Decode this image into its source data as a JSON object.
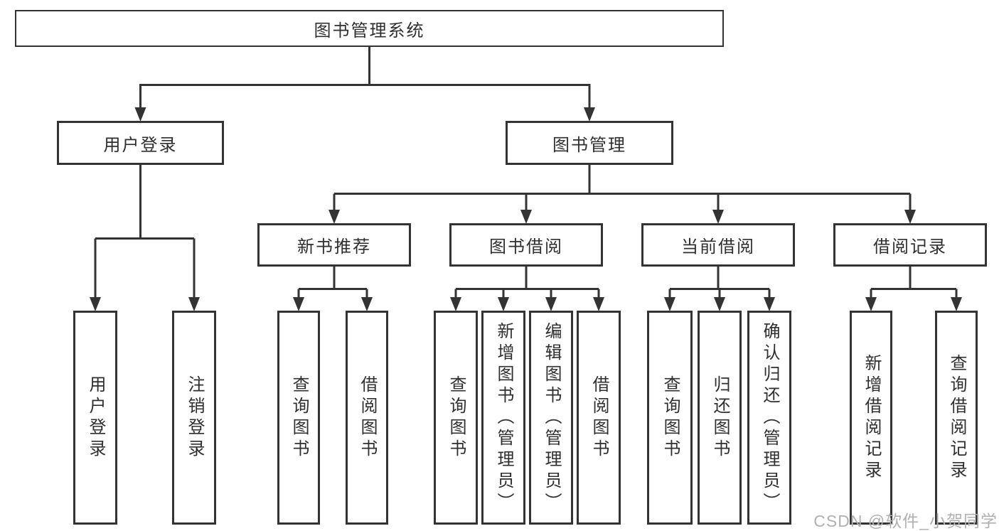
{
  "colors": {
    "line": "#333333",
    "box_border": "#333333",
    "text": "#2f2f2f",
    "watermark": "#b0b0b0",
    "background": "#ffffff"
  },
  "tree": {
    "root": {
      "label": "图书管理系统"
    },
    "branches": [
      {
        "label": "用户登录",
        "children": [
          {
            "label": "用户登录"
          },
          {
            "label": "注销登录"
          }
        ]
      },
      {
        "label": "图书管理",
        "children": [
          {
            "label": "新书推荐",
            "children": [
              {
                "label": "查询图书"
              },
              {
                "label": "借阅图书"
              }
            ]
          },
          {
            "label": "图书借阅",
            "children": [
              {
                "label": "查询图书"
              },
              {
                "label": "新增图书（管理员）"
              },
              {
                "label": "编辑图书（管理员）"
              },
              {
                "label": "借阅图书"
              }
            ]
          },
          {
            "label": "当前借阅",
            "children": [
              {
                "label": "查询图书"
              },
              {
                "label": "归还图书"
              },
              {
                "label": "确认归还（管理员）"
              }
            ]
          },
          {
            "label": "借阅记录",
            "children": [
              {
                "label": "新增借阅记录"
              },
              {
                "label": "查询借阅记录"
              }
            ]
          }
        ]
      }
    ]
  },
  "watermark": {
    "text": "CSDN @软件_小贺同学"
  }
}
